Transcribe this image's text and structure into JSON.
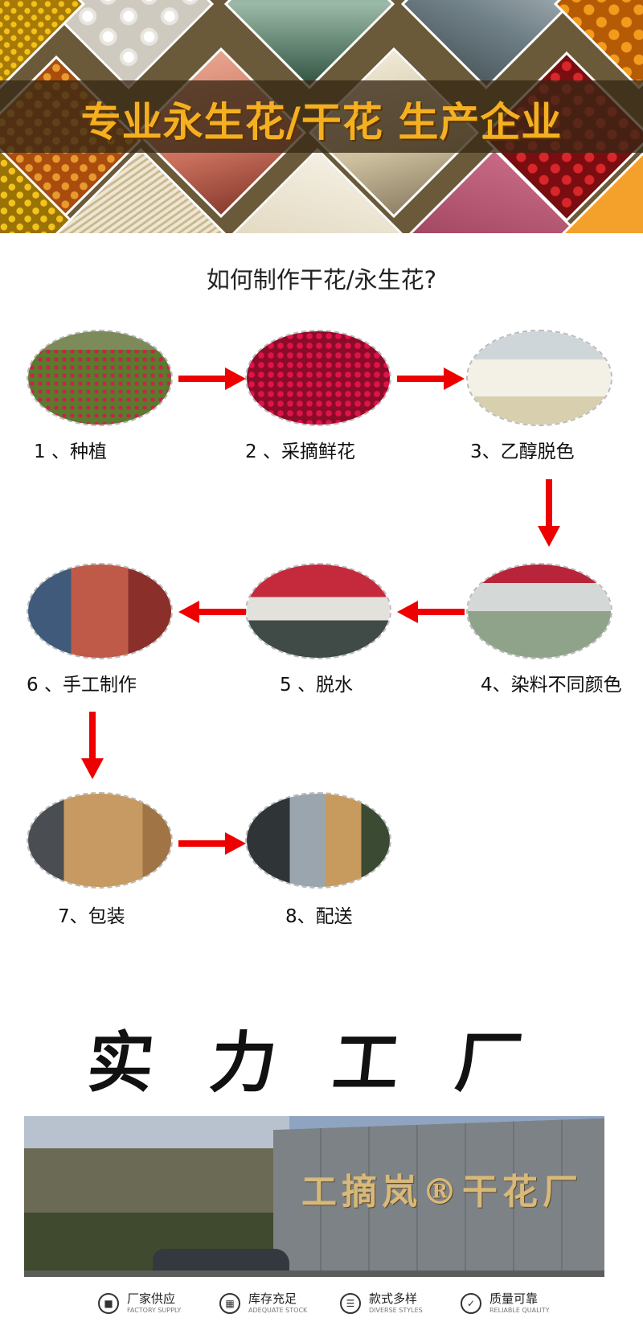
{
  "banner": {
    "title": "专业永生花/干花 生产企业"
  },
  "howto": {
    "title": "如何制作干花/永生花?"
  },
  "steps": [
    {
      "label": "1 、种植"
    },
    {
      "label": "2 、采摘鲜花"
    },
    {
      "label": "3、乙醇脱色"
    },
    {
      "label": "4、染料不同颜色"
    },
    {
      "label": "5 、脱水"
    },
    {
      "label": "6 、手工制作"
    },
    {
      "label": "7、包装"
    },
    {
      "label": "8、配送"
    }
  ],
  "factory": {
    "title_chars": [
      "实",
      "力",
      "工",
      "厂"
    ],
    "sign_text": "工摘岚®干花厂"
  },
  "features": [
    {
      "cn": "厂家供应",
      "en": "FACTORY SUPPLY",
      "icon": "factory-icon"
    },
    {
      "cn": "库存充足",
      "en": "ADEQUATE STOCK",
      "icon": "stock-icon"
    },
    {
      "cn": "款式多样",
      "en": "DIVERSE STYLES",
      "icon": "layers-icon"
    },
    {
      "cn": "质量可靠",
      "en": "RELIABLE QUALITY",
      "icon": "shield-icon"
    }
  ],
  "colors": {
    "banner_title": "#f4b021",
    "arrow": "#ee0000"
  }
}
